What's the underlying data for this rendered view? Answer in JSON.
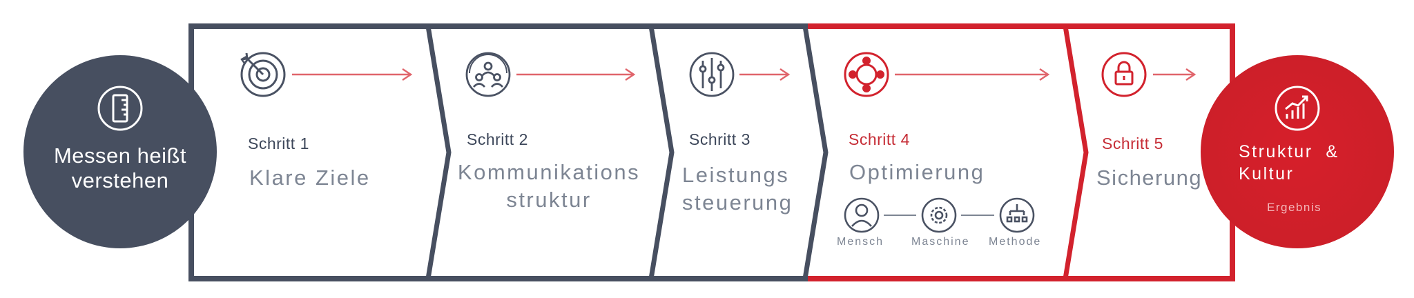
{
  "left_circle": {
    "line1": "Messen heißt",
    "line2": "verstehen",
    "icon": "ruler-icon"
  },
  "steps": [
    {
      "label": "Schritt 1",
      "title_line1": "Klare Ziele",
      "title_line2": "",
      "icon": "target-icon"
    },
    {
      "label": "Schritt 2",
      "title_line1": "Kommunikations",
      "title_line2": "struktur",
      "icon": "team-icon"
    },
    {
      "label": "Schritt 3",
      "title_line1": "Leistungs",
      "title_line2": "steuerung",
      "icon": "sliders-icon"
    },
    {
      "label": "Schritt 4",
      "title_line1": "Optimierung",
      "title_line2": "",
      "icon": "cycle-icon"
    },
    {
      "label": "Schritt 5",
      "title_line1": "Sicherung",
      "title_line2": "",
      "icon": "lock-icon"
    }
  ],
  "optimization_factors": [
    {
      "label": "Mensch",
      "icon": "person-icon"
    },
    {
      "label": "Maschine",
      "icon": "gear-icon"
    },
    {
      "label": "Methode",
      "icon": "network-icon"
    }
  ],
  "right_circle": {
    "line1": "Struktur  &",
    "line2": "Kultur",
    "subtitle": "Ergebnis",
    "icon": "growth-chart-icon"
  },
  "colors": {
    "navy": "#474f60",
    "red": "#d2222d",
    "arrow_red": "#e0646b",
    "icon_gray": "#4a5263"
  }
}
